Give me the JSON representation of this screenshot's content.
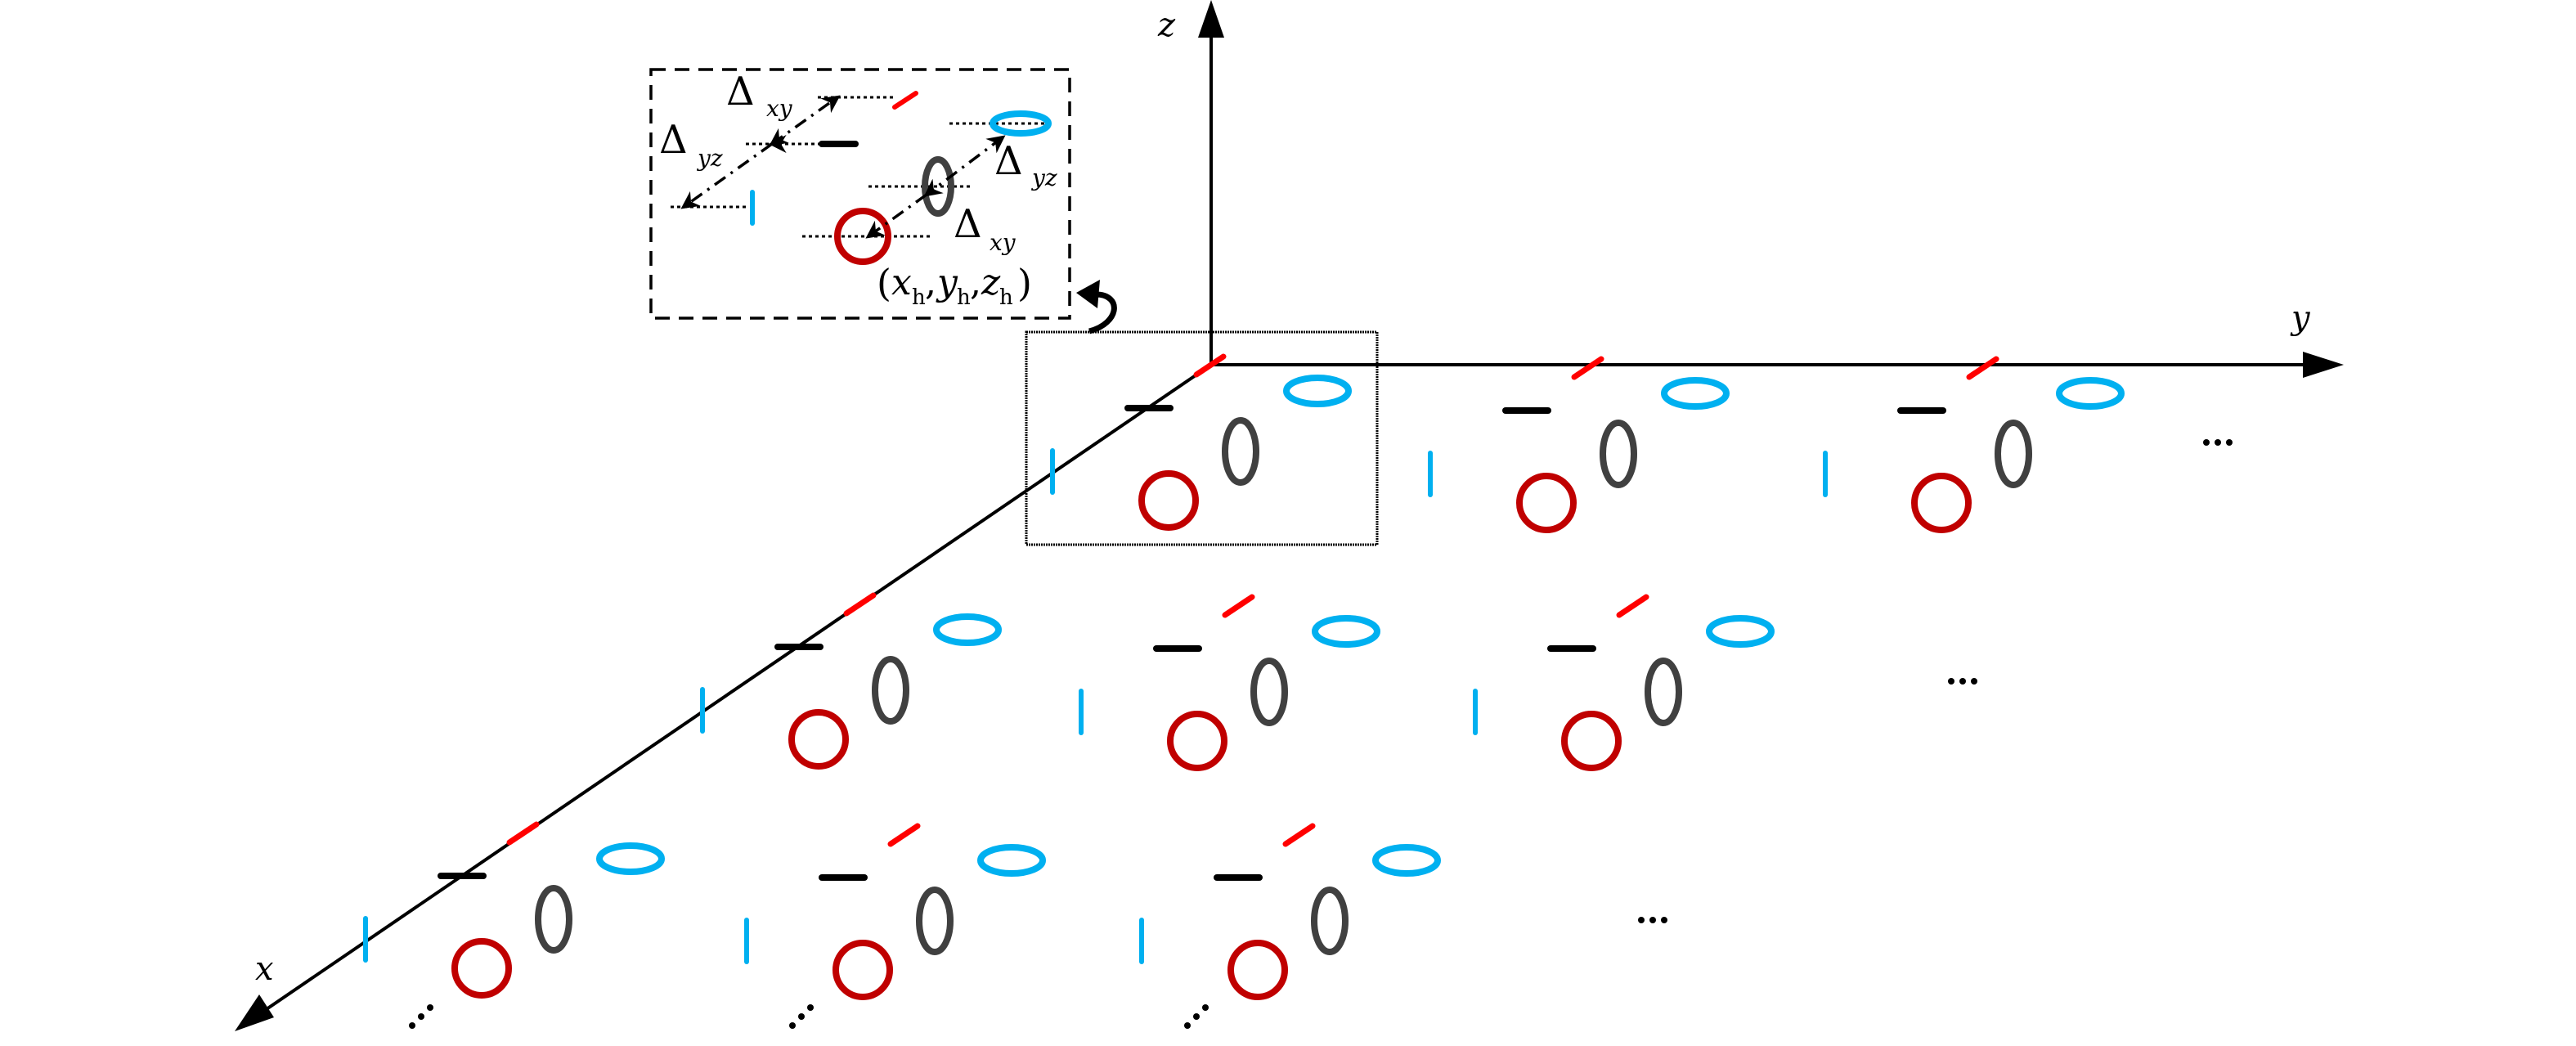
{
  "figure": {
    "axes": {
      "x_label": "x",
      "y_label": "y",
      "z_label": "z"
    },
    "grid": {
      "rows": 3,
      "columns": 3,
      "continuation_symbol_horizontal": "···",
      "continuation_symbol_diagonal": "⋰"
    },
    "element_types": [
      {
        "name": "x-oriented dipole (red dash)",
        "color": "#ff0000"
      },
      {
        "name": "y-oriented dipole (black dash)",
        "color": "#000000"
      },
      {
        "name": "z-oriented dipole (blue tick)",
        "color": "#00b0f0"
      },
      {
        "name": "x-oriented loop (red circle)",
        "color": "#c00000"
      },
      {
        "name": "y-oriented loop (gray ellipse)",
        "color": "#404040"
      },
      {
        "name": "z-oriented loop (blue ellipse)",
        "color": "#00b0f0"
      }
    ],
    "inset": {
      "delta_symbol": "Δ",
      "labels": [
        {
          "base": "Δ",
          "sub": "xy"
        },
        {
          "base": "Δ",
          "sub": "yz"
        },
        {
          "base": "Δ",
          "sub": "yz"
        },
        {
          "base": "Δ",
          "sub": "xy"
        }
      ],
      "coordinate": {
        "open": "(",
        "x": "x",
        "x_sub": "h",
        "y": "y",
        "y_sub": "h",
        "z": "z",
        "z_sub": "h",
        "sep": ",",
        "close": ")"
      }
    }
  }
}
